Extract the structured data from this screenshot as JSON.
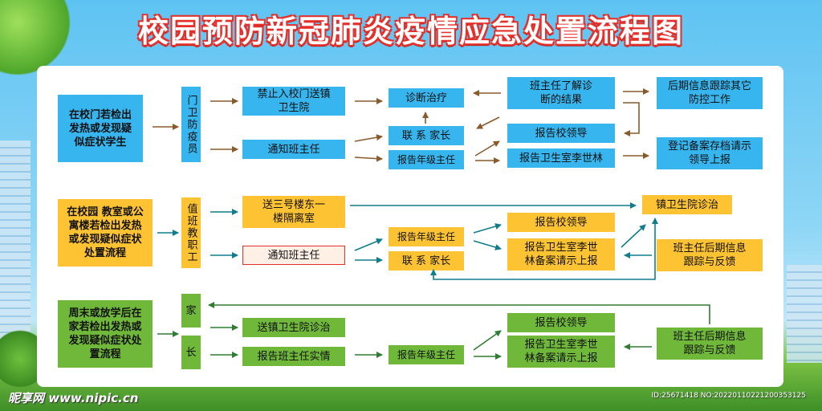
{
  "title": "校园预防新冠肺炎疫情应急处置流程图",
  "row1": {
    "start": "在校门若检出发热或发现疑似症状学生",
    "actor": "门卫防疫员",
    "a1": "禁止入校门送镇卫生院",
    "a2": "通知班主任",
    "diagnose": "诊断治疗",
    "contact": "联 系 家长",
    "report_grade": "报告年级主任",
    "understand": "班主任了解诊断的结果",
    "report_leader": "报告校领导",
    "report_clinic": "报告卫生室李世林",
    "follow": "后期信息跟踪其它防控工作",
    "register": "登记备案存档请示领导上报"
  },
  "row2": {
    "start": "在校园 教室或公寓楼若检出发热或发现疑似症状处置流程",
    "actor": "值班教职工",
    "a1": "送三号楼东一楼隔离室",
    "a2": "通知班主任",
    "report_grade": "报告年级主任",
    "contact": "联 系 家长",
    "report_leader": "报告校领导",
    "report_clinic": "报告卫生室李世林备案请示上报",
    "town_clinic": "镇卫生院诊治",
    "feedback": "班主任后期信息跟踪与反馈"
  },
  "row3": {
    "start": "周末或放学后在家若检出发热或发现疑似症状处置流程",
    "actor_top": "家",
    "actor_bottom": "长",
    "a1": "送镇卫生院诊治",
    "a2": "报告班主任实情",
    "report_grade": "报告年级主任",
    "report_leader": "报告校领导",
    "report_clinic": "报告卫生室李世林备案请示上报",
    "feedback": "班主任后期信息跟踪与反馈"
  },
  "watermark": {
    "left": "昵享网 www.nipic.cn",
    "right": "ID:25671418 NO:20220110221200353125"
  },
  "colors": {
    "blue_box": "#37b5ee",
    "orange_box": "#fec332",
    "green_box": "#6fb83a",
    "arrow_row1": "#8b5a2b",
    "arrow_row2": "#0e7d8f",
    "arrow_row3": "#2e7d32",
    "title_outline": "#e5302b"
  }
}
